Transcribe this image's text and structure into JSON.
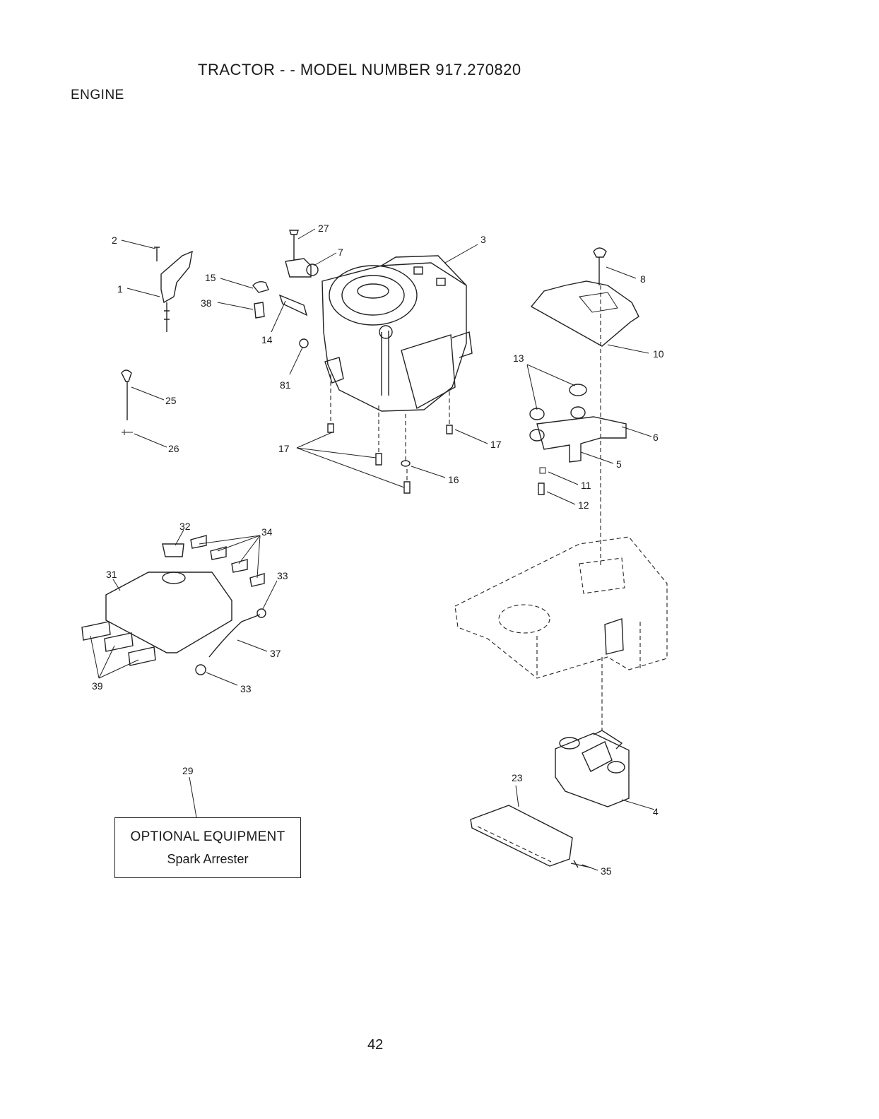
{
  "header": {
    "title": "TRACTOR - - MODEL NUMBER 917.270820",
    "section": "ENGINE"
  },
  "callouts": [
    "1",
    "2",
    "3",
    "4",
    "5",
    "6",
    "7",
    "8",
    "10",
    "11",
    "12",
    "13",
    "14",
    "15",
    "16",
    "17",
    "23",
    "25",
    "26",
    "27",
    "29",
    "31",
    "32",
    "33",
    "34",
    "35",
    "37",
    "38",
    "39",
    "81"
  ],
  "optional_equipment": {
    "heading": "OPTIONAL EQUIPMENT",
    "item": "Spark Arrester"
  },
  "page_number": "42"
}
